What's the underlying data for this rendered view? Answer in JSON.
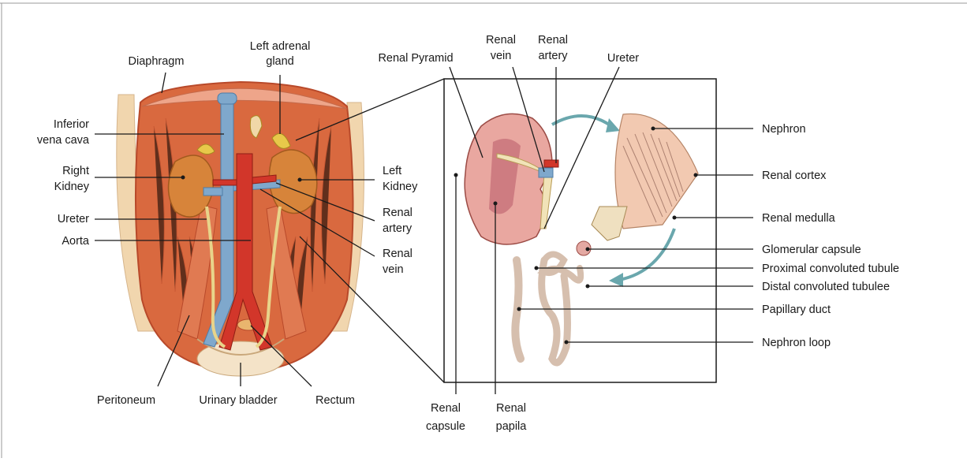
{
  "colors": {
    "muscle": "#d9693f",
    "muscle_dark": "#b8492a",
    "vein": "#7fa8cc",
    "artery": "#d2362a",
    "kidney": "#d7843a",
    "ureter": "#e8d48a",
    "skin": "#f1d6ae",
    "arrow": "#6aa7ad",
    "nephron_tube": "#efd9c9"
  },
  "labels": {
    "diaphragm": "Diaphragm",
    "left_adrenal_1": "Left adrenal",
    "left_adrenal_2": "gland",
    "ivc_1": "Inferior",
    "ivc_2": "vena cava",
    "right_kidney_1": "Right",
    "right_kidney_2": "Kidney",
    "ureter_left": "Ureter",
    "aorta": "Aorta",
    "left_kidney_1": "Left",
    "left_kidney_2": "Kidney",
    "renal_artery_l1": "Renal",
    "renal_artery_l2": "artery",
    "renal_vein_l1": "Renal",
    "renal_vein_l2": "vein",
    "peritoneum": "Peritoneum",
    "urinary_bladder": "Urinary bladder",
    "rectum": "Rectum",
    "renal_pyramid": "Renal Pyramid",
    "renal_vein_r1": "Renal",
    "renal_vein_r2": "vein",
    "renal_artery_r1": "Renal",
    "renal_artery_r2": "artery",
    "ureter_right": "Ureter",
    "nephron": "Nephron",
    "renal_cortex": "Renal cortex",
    "renal_medulla": "Renal medulla",
    "glomerular_capsule": "Glomerular capsule",
    "proximal_tubule": "Proximal convoluted tubule",
    "distal_tubule": "Distal convoluted tubulee",
    "papillary_duct": "Papillary duct",
    "nephron_loop": "Nephron loop",
    "renal_capsule_1": "Renal",
    "renal_capsule_2": "capsule",
    "renal_papila_1": "Renal",
    "renal_papila_2": "papila"
  }
}
